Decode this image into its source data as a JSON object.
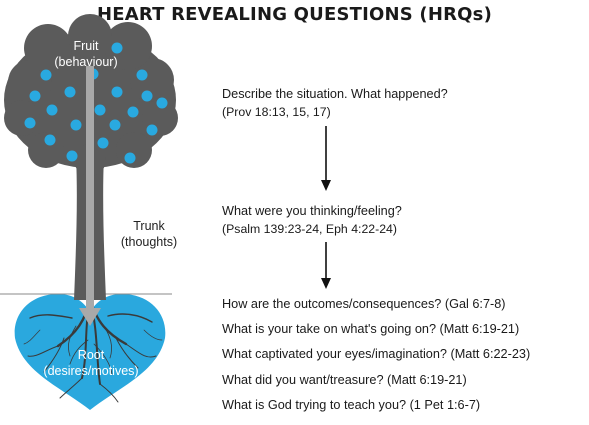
{
  "title": "HEART REVEALING QUESTIONS (HRQs)",
  "tree": {
    "fruit_label": "Fruit",
    "fruit_sublabel": "(behaviour)",
    "trunk_label": "Trunk",
    "trunk_sublabel": "(thoughts)",
    "root_label": "Root",
    "root_sublabel": "(desires/motives)",
    "colors": {
      "canopy": "#5b5b5b",
      "fruit": "#29a9e0",
      "heart": "#2aa8de",
      "roots": "#3a3a3a",
      "trunk_arrow": "#a9a9a9"
    }
  },
  "steps": [
    {
      "question": "Describe the situation. What happened?",
      "reference": "(Prov 18:13, 15, 17)"
    },
    {
      "question": "What were you thinking/feeling?",
      "reference": "(Psalm 139:23-24, Eph 4:22-24)"
    }
  ],
  "heart_questions": [
    "How are the outcomes/consequences? (Gal 6:7-8)",
    "What is your take on what's going on? (Matt 6:19-21)",
    "What captivated your eyes/imagination? (Matt 6:22-23)",
    "What did you want/treasure? (Matt 6:19-21)",
    "What is God trying to teach you? (1 Pet 1:6-7)"
  ]
}
